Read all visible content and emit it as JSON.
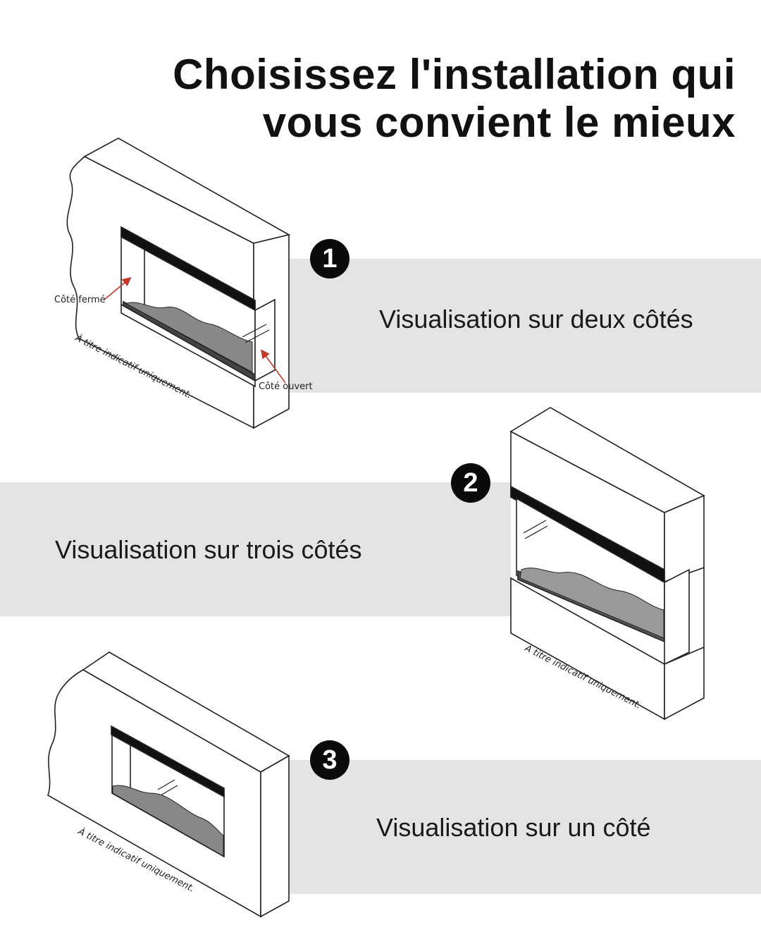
{
  "title": {
    "line1": "Choisissez l'installation qui",
    "line2": "vous convient le mieux"
  },
  "options": [
    {
      "number": "1",
      "label": "Visualisation sur deux côtés"
    },
    {
      "number": "2",
      "label": "Visualisation sur trois côtés"
    },
    {
      "number": "3",
      "label": "Visualisation sur un côté"
    }
  ],
  "annotations": {
    "closed_side": "Côté fermé",
    "open_side": "Côté ouvert",
    "disclaimer": "À titre indicatif uniquement."
  },
  "colors": {
    "band": "#e4e4e4",
    "badge": "#0a0a0a",
    "arrow": "#c0392b"
  }
}
